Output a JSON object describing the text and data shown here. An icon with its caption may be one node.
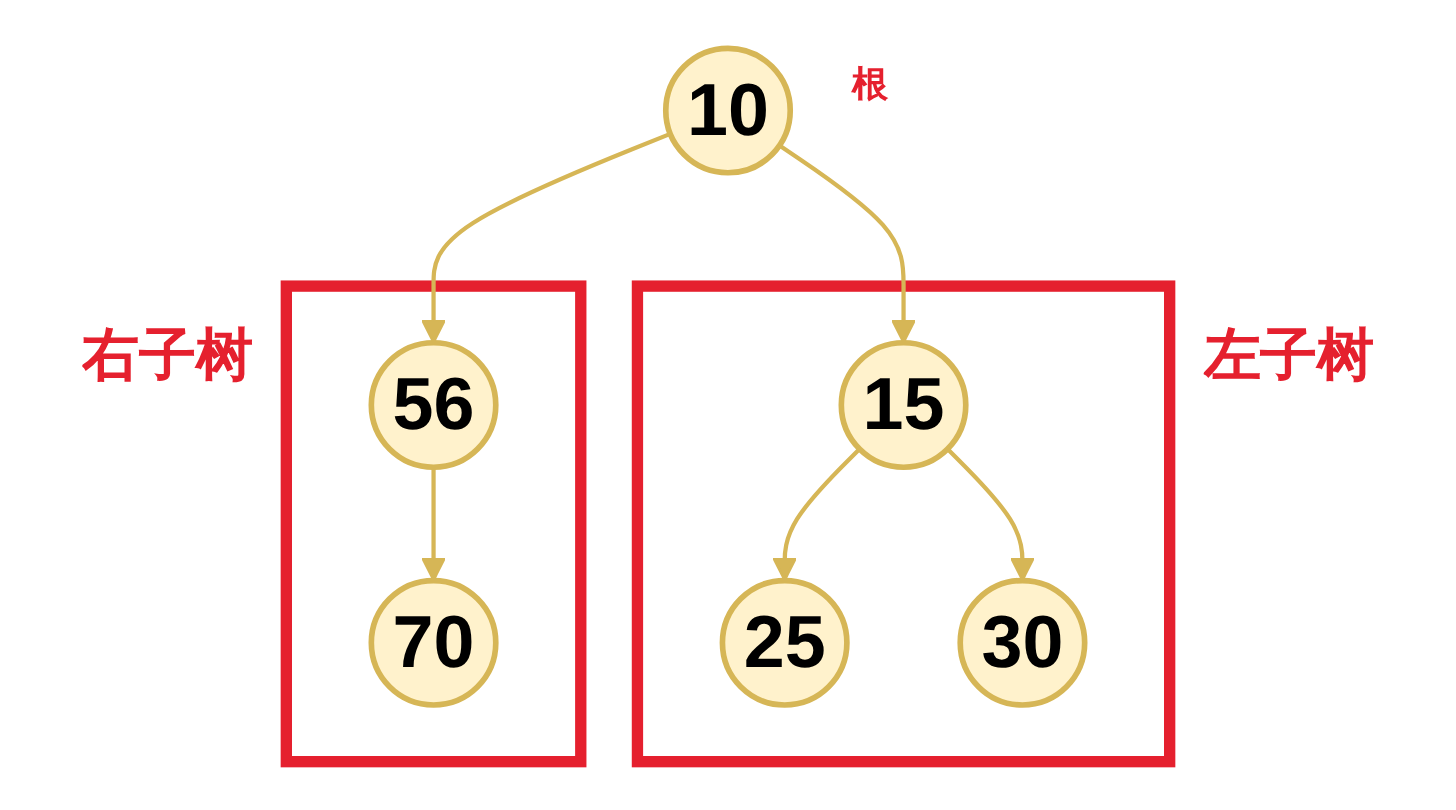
{
  "diagram": {
    "nodes": [
      {
        "text": [
          "10"
        ]
      },
      {
        "text": [
          "左子树"
        ]
      },
      {
        "text": [
          "15"
        ],
        "in": 1
      },
      {
        "text": [
          "25"
        ],
        "in": 1
      },
      {
        "text": [
          "30"
        ],
        "in": 1
      },
      {
        "text": [
          "右子树"
        ]
      },
      {
        "text": [
          "56"
        ],
        "in": 5
      },
      {
        "text": [
          "70"
        ],
        "in": 5
      }
    ],
    "edges": [
      {
        "from": 0,
        "to": 2,
        "arrow": "to"
      },
      {
        "from": 2,
        "to": 3,
        "arrow": "to"
      },
      {
        "from": 2,
        "to": 4,
        "arrow": "to"
      },
      {
        "from": 0,
        "to": 6,
        "arrow": "to"
      },
      {
        "from": 6,
        "to": 7,
        "arrow": "to"
      }
    ],
    "labels": [
      "根"
    ]
  }
}
